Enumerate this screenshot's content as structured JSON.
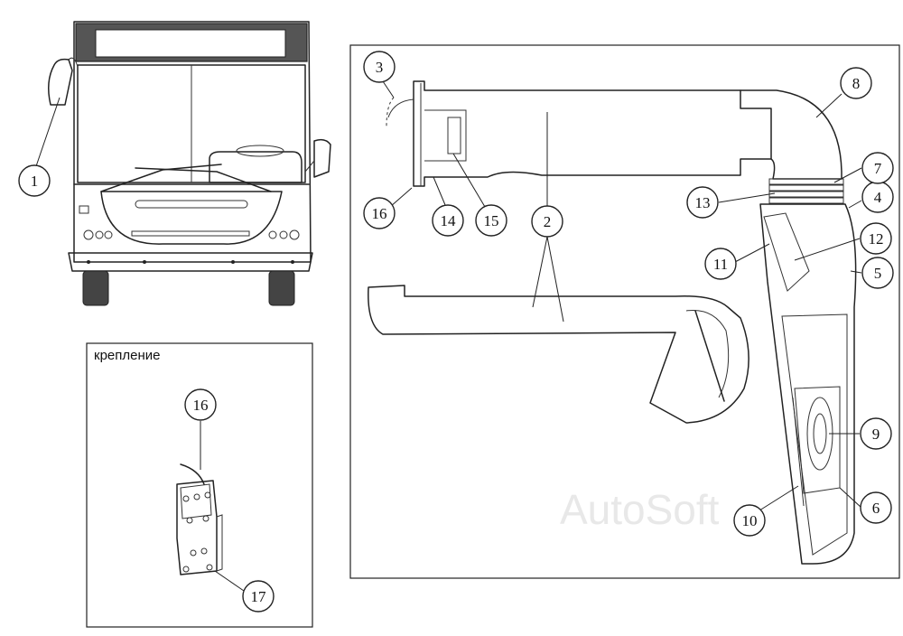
{
  "inset": {
    "title": "крепление"
  },
  "watermark": "AutoSoft",
  "callouts": {
    "c1": "1",
    "c2": "2",
    "c3": "3",
    "c4": "4",
    "c5": "5",
    "c6": "6",
    "c7": "7",
    "c8": "8",
    "c9": "9",
    "c10": "10",
    "c11": "11",
    "c12": "12",
    "c13": "13",
    "c14": "14",
    "c15": "15",
    "c16": "16",
    "c16b": "16",
    "c17": "17"
  }
}
